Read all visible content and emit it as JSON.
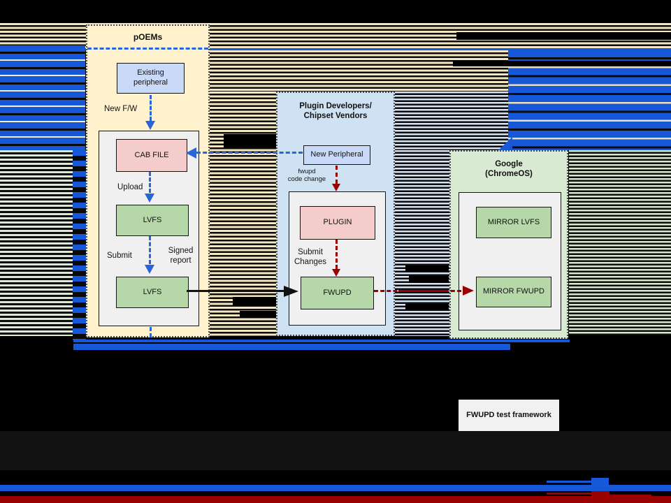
{
  "sections": {
    "poems": {
      "title": "pOEMs",
      "existing_peripheral": "Existing peripheral",
      "new_fw_label": "New F/W",
      "cab_file": "CAB FILE",
      "upload_label": "Upload",
      "lvfs_top": "LVFS",
      "submit_label": "Submit",
      "signed_report_label": "Signed report",
      "lvfs_bottom": "LVFS"
    },
    "plugin": {
      "title_line1": "Plugin Developers/",
      "title_line2": "Chipset Vendors",
      "new_peripheral": "New Peripheral",
      "fwupd_code_change_line1": "fwupd",
      "fwupd_code_change_line2": "code change",
      "plugin_box": "PLUGIN",
      "submit_changes_line1": "Submit",
      "submit_changes_line2": "Changes",
      "fwupd_box": "FWUPD"
    },
    "google": {
      "title_line1": "Google",
      "title_line2": "(ChromeOS)",
      "mirror_lvfs": "MIRROR LVFS",
      "mirror_fwupd": "MIRROR FWUPD"
    },
    "test_framework": {
      "label": "FWUPD test framework"
    }
  },
  "colors": {
    "poems_panel_bg": "#fff2cc",
    "plugin_panel_bg": "#cfe2f3",
    "google_panel_bg": "#d9ead3",
    "pink_node": "#f4cccc",
    "green_node": "#b6d7a8",
    "blue_node": "#c9daf8",
    "inner_box_bg": "#f0f0f1",
    "arrow_blue": "#2965d6",
    "arrow_dark_red": "#990000",
    "glitch_blue": "#1658d8",
    "glitch_tan": "#f4e6c4",
    "glitch_light_green": "#dcead4",
    "glitch_light_blue": "#d6e4f4",
    "bottom_gray_band": "#121212"
  }
}
